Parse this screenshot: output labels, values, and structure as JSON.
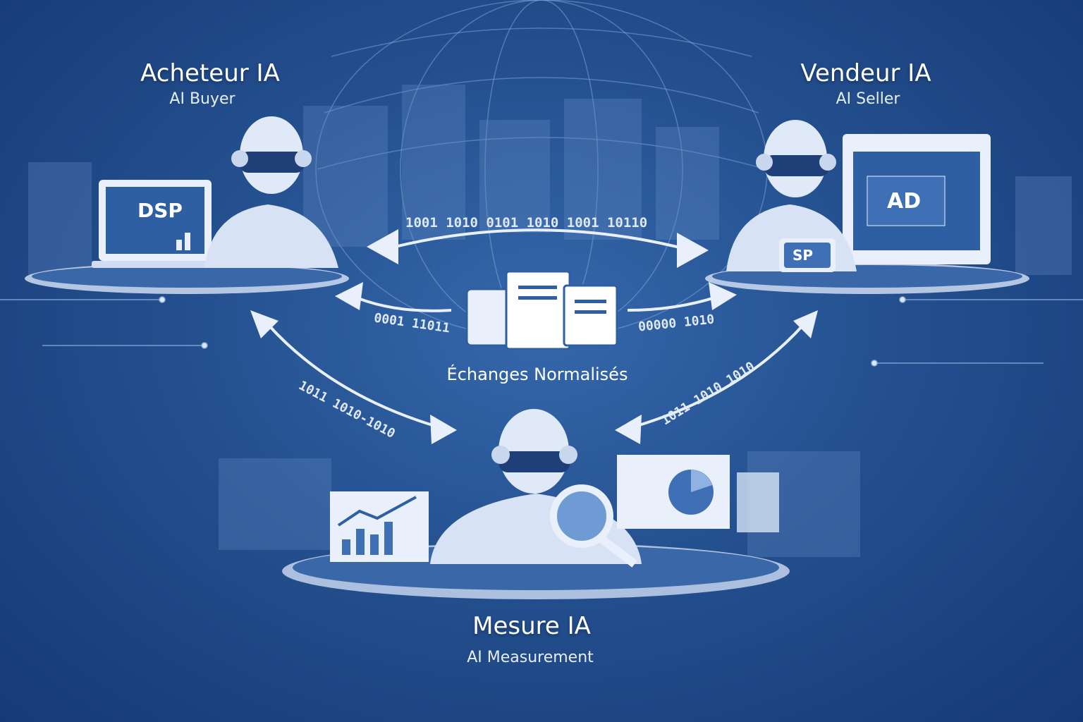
{
  "buyer": {
    "title": "Acheteur IA",
    "subtitle": "AI Buyer",
    "screen_label": "DSP"
  },
  "seller": {
    "title": "Vendeur IA",
    "subtitle": "AI Seller",
    "screen_label": "AD",
    "badge_label": "SP"
  },
  "measurement": {
    "title": "Mesure IA",
    "subtitle": "AI Measurement"
  },
  "center": {
    "label": "Échanges Normalisés",
    "icon": "documents-icon"
  },
  "binary": {
    "top": "1001 1010 0101 1010 1001 10110",
    "mid_left": "0001 11011",
    "mid_right": "00000 1010",
    "bottom_left": "1011 1010-1010",
    "bottom_right": "1011 1010 1010"
  },
  "colors": {
    "background": "#24508f",
    "accent": "#dfe9f8"
  }
}
